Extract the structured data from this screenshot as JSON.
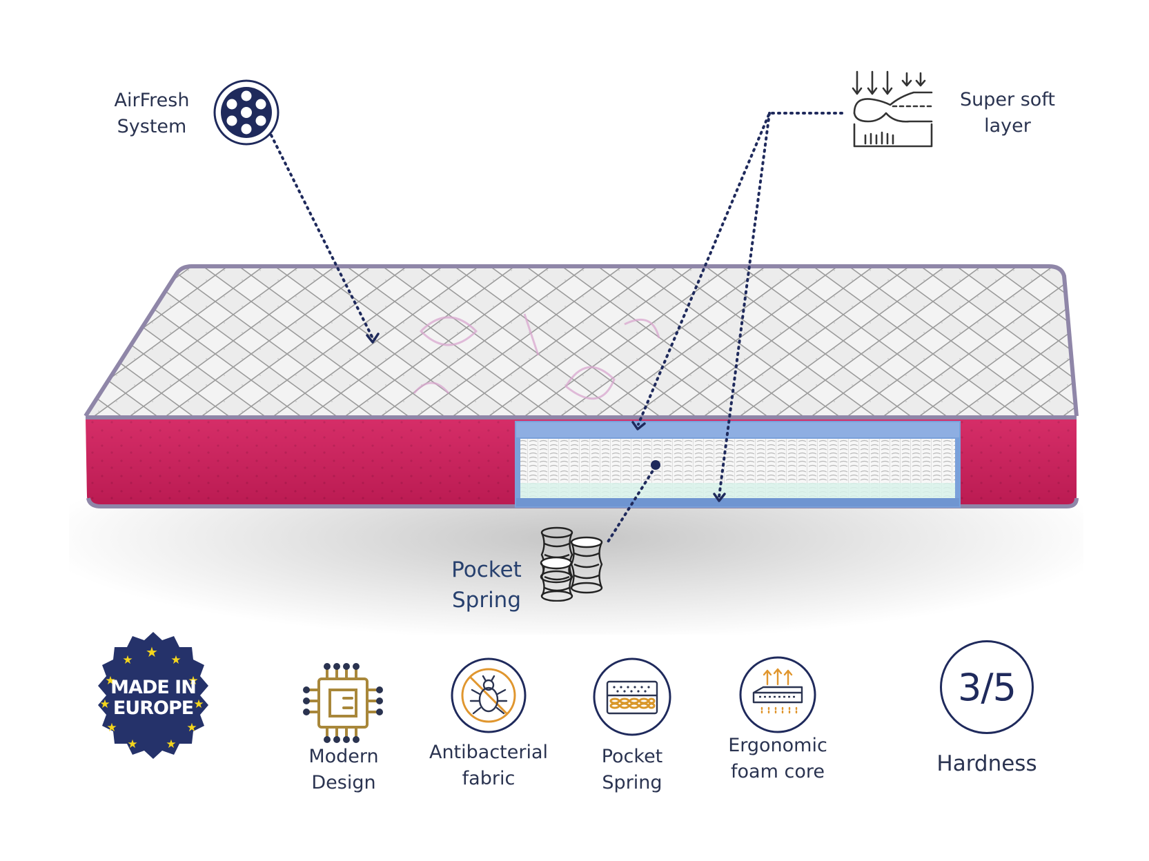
{
  "callouts": {
    "airfresh": {
      "line1": "AirFresh",
      "line2": "System"
    },
    "soft_layer": {
      "line1": "Super soft",
      "line2": "layer"
    },
    "pocket_spring": {
      "line1": "Pocket",
      "line2": "Spring"
    }
  },
  "badge": {
    "line1": "MADE IN",
    "line2": "EUROPE"
  },
  "features": [
    {
      "icon": "chip-icon",
      "line1": "Modern",
      "line2": "Design"
    },
    {
      "icon": "bug-icon",
      "line1": "Antibacterial",
      "line2": "fabric"
    },
    {
      "icon": "mattress-spring-icon",
      "line1": "Pocket",
      "line2": "Spring"
    },
    {
      "icon": "foam-arrows-icon",
      "line1": "Ergonomic",
      "line2": "foam core"
    }
  ],
  "hardness": {
    "value": "3/5",
    "label": "Hardness"
  },
  "colors": {
    "navy": "#1f2a5c",
    "magenta": "#c41e57",
    "quilt": "#f2f2f2",
    "piping": "#8f86a8",
    "spring_layer_blue": "#6f95d1",
    "gold": "#b8912f",
    "star": "#f5d61c"
  }
}
